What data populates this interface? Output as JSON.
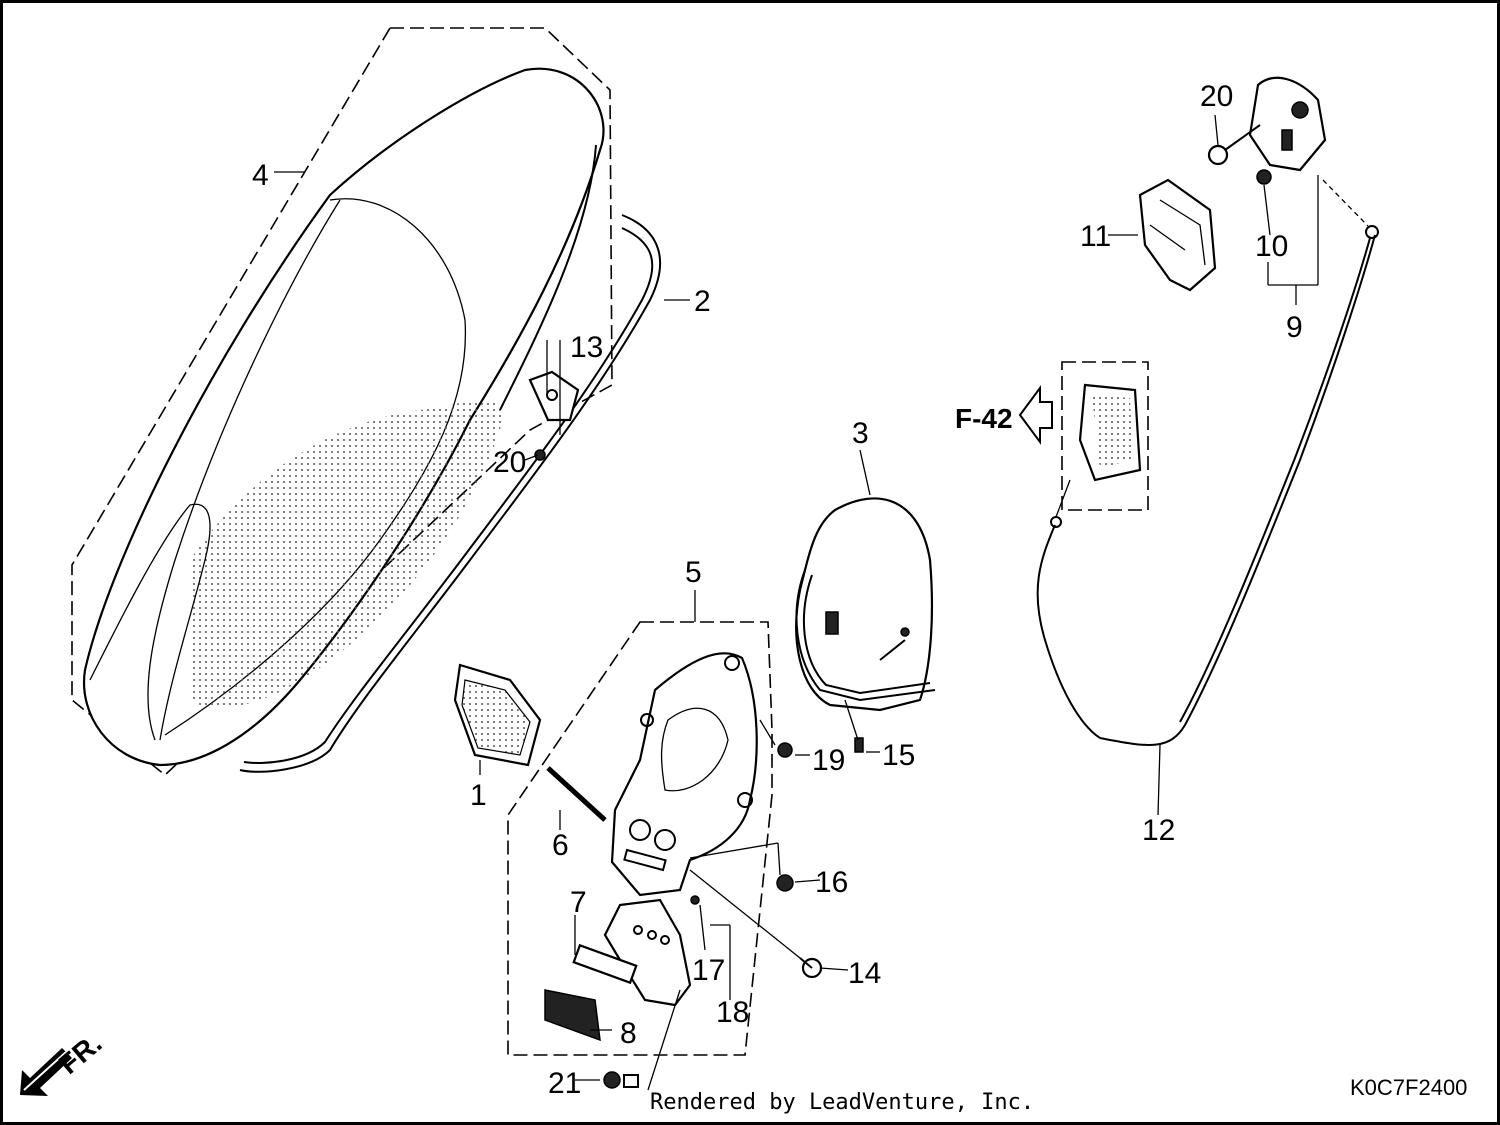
{
  "diagram": {
    "callouts": {
      "c1": "1",
      "c2": "2",
      "c3": "3",
      "c4": "4",
      "c5": "5",
      "c6": "6",
      "c7": "7",
      "c8": "8",
      "c9": "9",
      "c10": "10",
      "c11": "11",
      "c12": "12",
      "c13": "13",
      "c14": "14",
      "c15": "15",
      "c16": "16",
      "c17": "17",
      "c18": "18",
      "c19": "19",
      "c20a": "20",
      "c20b": "20",
      "c21": "21"
    },
    "reference": "F-42",
    "direction_label": "FR.",
    "diagram_code": "K0C7F2400"
  },
  "footer": {
    "credit": "Rendered by LeadVenture, Inc."
  }
}
